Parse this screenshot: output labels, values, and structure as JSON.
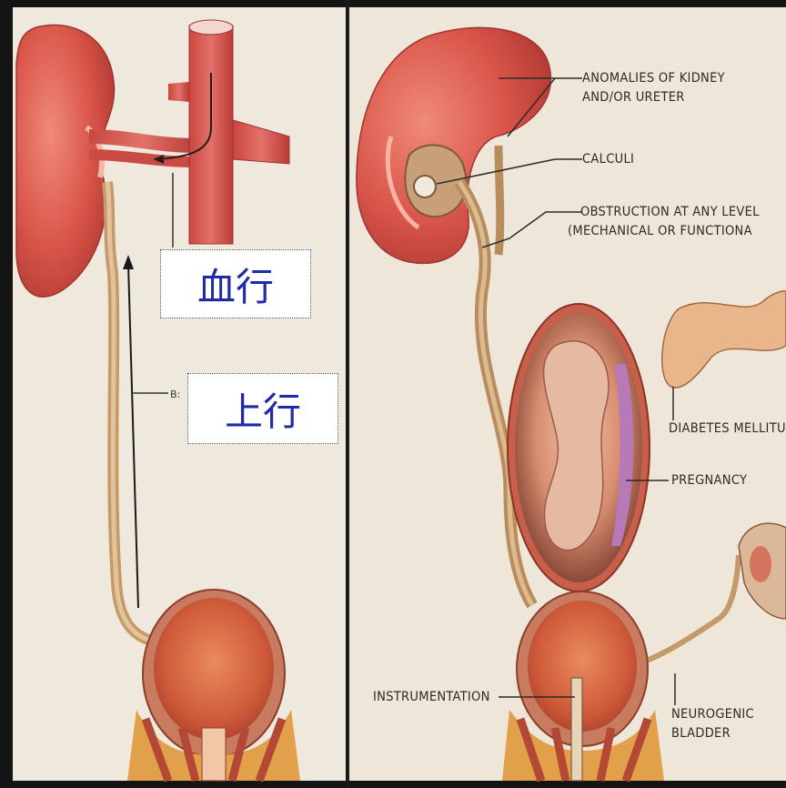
{
  "left_panel": {
    "chinese_label_top": "血行",
    "chinese_label_bottom": "上行",
    "marker_letter": "B:"
  },
  "right_panel": {
    "labels": {
      "anomalies": [
        "ANOMALIES OF KIDNEY",
        "AND/OR URETER"
      ],
      "calculi": "CALCULI",
      "obstruction": [
        "OBSTRUCTION AT ANY LEVEL",
        "(MECHANICAL OR FUNCTIONA"
      ],
      "diabetes": "DIABETES MELLITU",
      "pregnancy": "PREGNANCY",
      "instrumentation": "INSTRUMENTATION",
      "neurogenic": [
        "NEUROGENIC",
        "BLADDER"
      ]
    }
  },
  "colors": {
    "panel_background": "#efe8dc",
    "divider": "#1a1a1a",
    "organ_red": "#d9554a",
    "chinese_text": "#1f2aa8"
  }
}
